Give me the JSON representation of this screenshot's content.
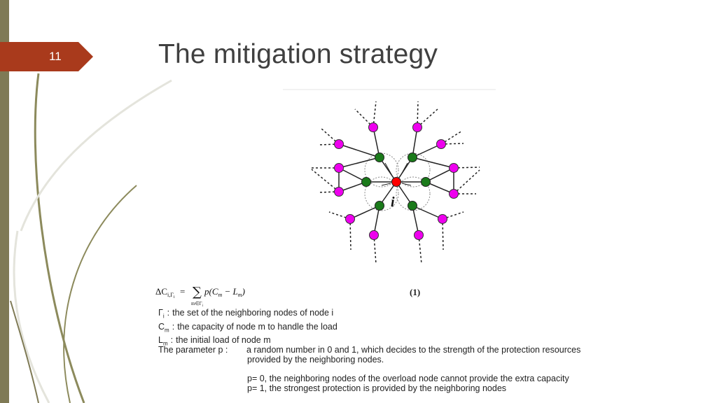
{
  "slide": {
    "number": "11",
    "title": "The mitigation strategy",
    "accent_color": "#a93a1c",
    "bar_color": "#7f7a55"
  },
  "diagram": {
    "center_label": "i",
    "center_color": "#ff0000",
    "neighbor_color": "#1a7a1a",
    "outer_color": "#ee00ee"
  },
  "formula": {
    "lhs": "ΔC",
    "lhs_sub": "i,Γ",
    "lhs_subsub": "i",
    "sum_sub": "m∈Γ",
    "sum_subsub": "i",
    "rhs": "p(C",
    "rhs_c_sub": "m",
    "minus": " − L",
    "rhs_l_sub": "m",
    "close": ")",
    "number": "(1)"
  },
  "definitions": [
    {
      "symbol": "Γ",
      "sub": "i",
      "text": "the set of the neighboring nodes of node i"
    },
    {
      "symbol": "C",
      "sub": "m",
      "text": "the capacity of node m to handle the load"
    },
    {
      "symbol": "L",
      "sub": "m",
      "text": "the initial load of node m"
    }
  ],
  "parameter": {
    "label": "The parameter p :",
    "line1": "a random number in 0 and 1, which decides to the strength of the protection resources",
    "line2": "provided by the neighboring nodes.",
    "case0": "p= 0, the neighboring nodes of the overload node cannot provide the extra capacity",
    "case1": "p= 1, the strongest protection is provided by the neighboring nodes"
  }
}
